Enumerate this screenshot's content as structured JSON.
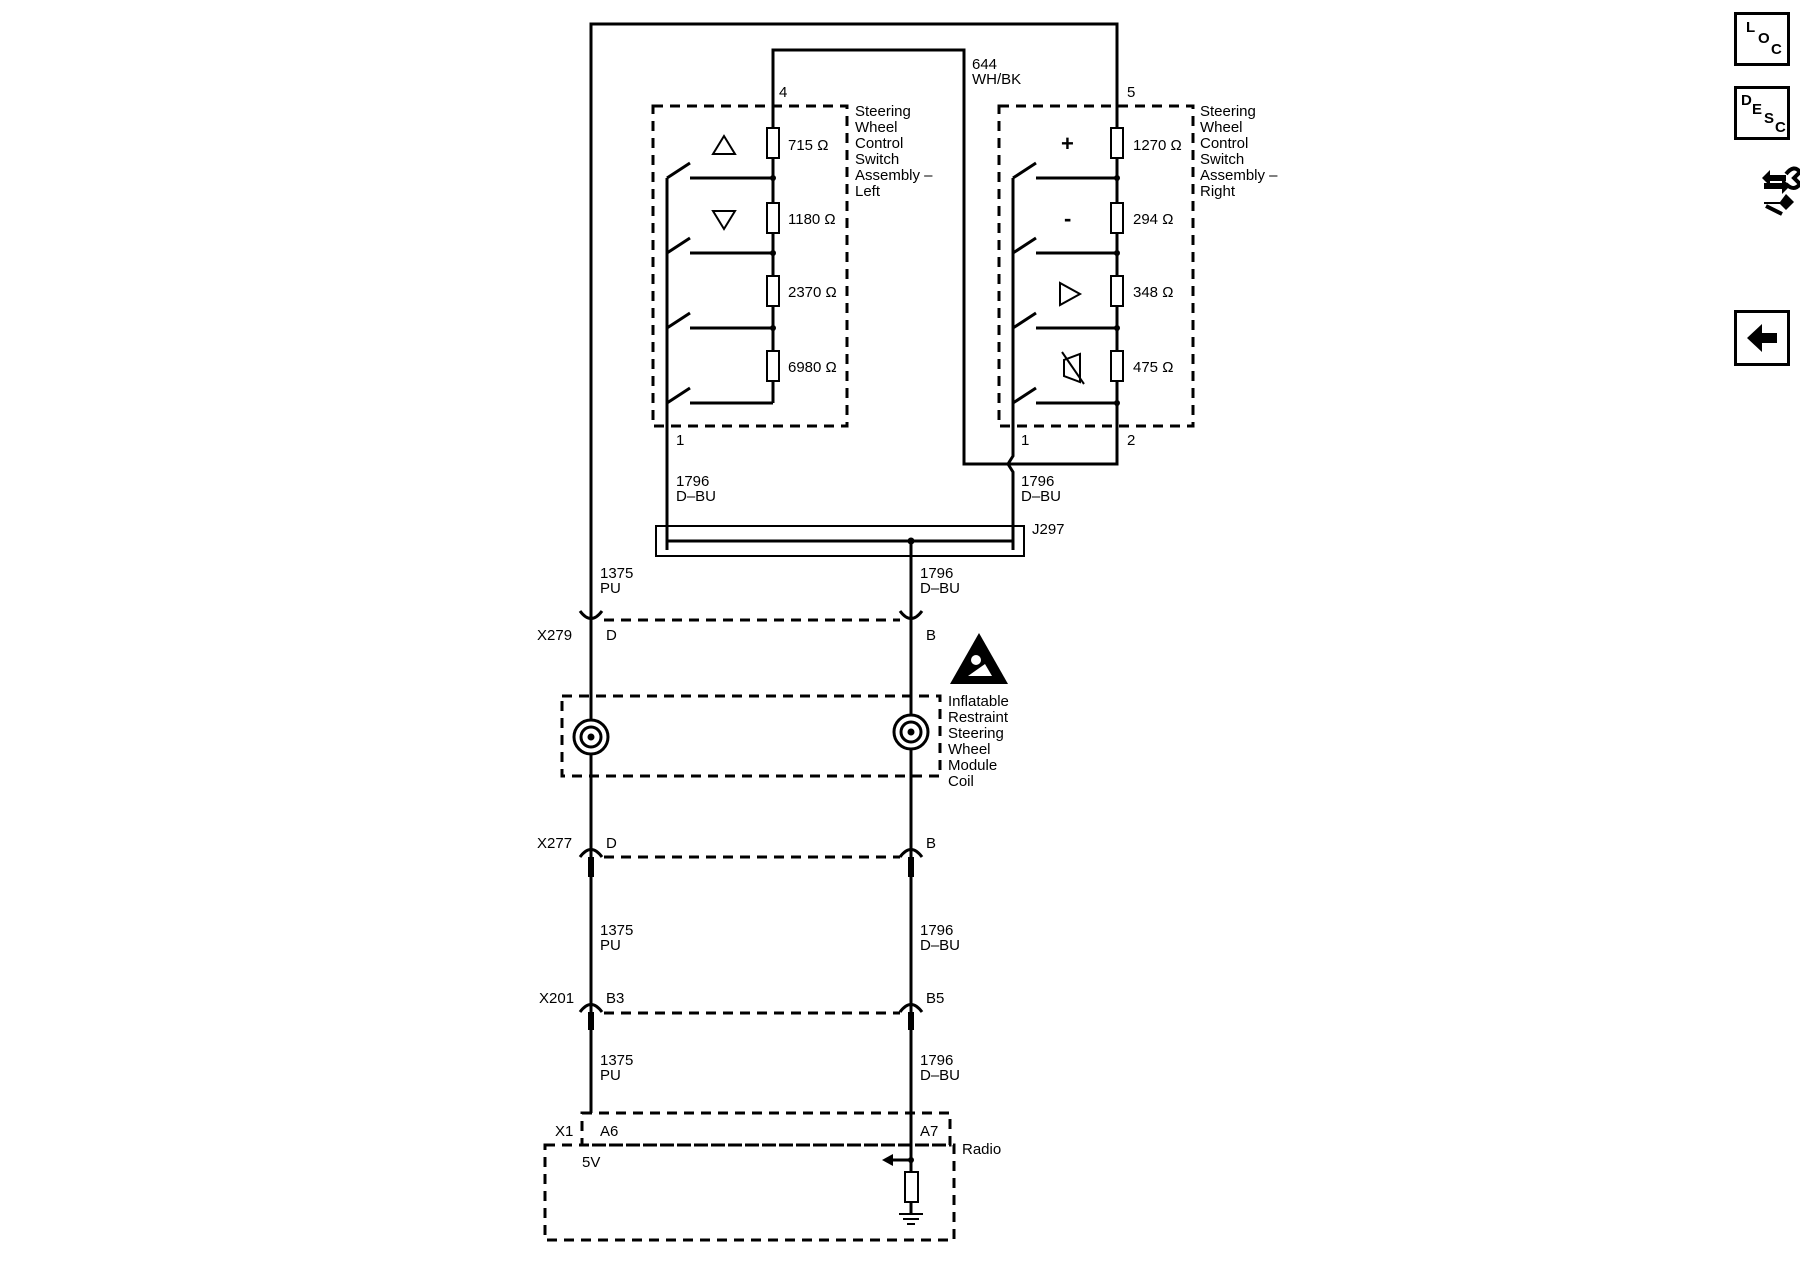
{
  "toolbar": {
    "loc": [
      "L",
      "O",
      "C"
    ],
    "desc": [
      "D",
      "E",
      "S",
      "C"
    ],
    "wrench_icon": "wrench-arrows-icon",
    "back_icon": "left-arrow-icon"
  },
  "left_switch": {
    "pin_top": "4",
    "pin_bottom": "1",
    "label": [
      "Steering",
      "Wheel",
      "Control",
      "Switch",
      "Assembly –",
      "Left"
    ],
    "resistors": [
      "715 Ω",
      "1180 Ω",
      "2370 Ω",
      "6980 Ω"
    ],
    "symbols": [
      "up-triangle-icon",
      "down-triangle-icon"
    ]
  },
  "right_switch": {
    "pin_top": "5",
    "pin_bottom_left": "1",
    "pin_bottom_right": "2",
    "label": [
      "Steering",
      "Wheel",
      "Control",
      "Switch",
      "Assembly –",
      "Right"
    ],
    "resistors": [
      "1270 Ω",
      "294 Ω",
      "348 Ω",
      "475 Ω"
    ],
    "symbols": [
      "+",
      "-",
      "play-icon",
      "mute-icon"
    ]
  },
  "wires": {
    "top": {
      "circuit": "644",
      "color": "WH/BK"
    },
    "left_low": {
      "circuit": "1796",
      "color": "D–BU"
    },
    "right_low": {
      "circuit": "1796",
      "color": "D–BU"
    },
    "left_main_1": {
      "circuit": "1375",
      "color": "PU"
    },
    "right_main_1": {
      "circuit": "1796",
      "color": "D–BU"
    },
    "left_main_2": {
      "circuit": "1375",
      "color": "PU"
    },
    "right_main_2": {
      "circuit": "1796",
      "color": "D–BU"
    },
    "left_main_3": {
      "circuit": "1375",
      "color": "PU"
    },
    "right_main_3": {
      "circuit": "1796",
      "color": "D–BU"
    }
  },
  "splice": "J297",
  "connectors": {
    "x279": {
      "name": "X279",
      "left_pin": "D",
      "right_pin": "B"
    },
    "x277": {
      "name": "X277",
      "left_pin": "D",
      "right_pin": "B"
    },
    "x201": {
      "name": "X201",
      "left_pin": "B3",
      "right_pin": "B5"
    },
    "x1": {
      "name": "X1",
      "left_pin": "A6",
      "right_pin": "A7"
    }
  },
  "coil": {
    "label": [
      "Inflatable",
      "Restraint",
      "Steering",
      "Wheel",
      "Module",
      "Coil"
    ],
    "warning_icon": "airbag-warning-icon"
  },
  "radio": {
    "label": "Radio",
    "voltage": "5V"
  }
}
